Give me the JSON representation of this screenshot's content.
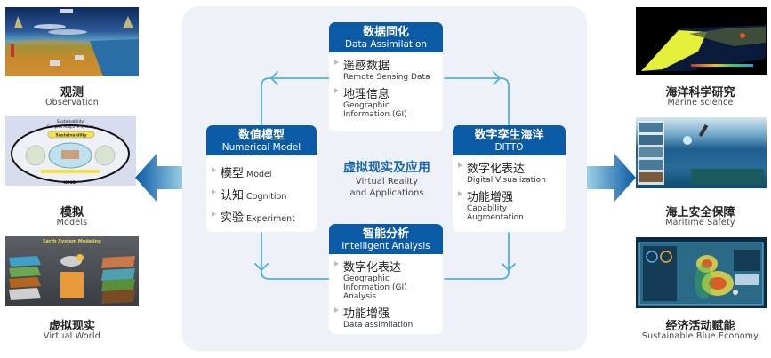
{
  "left": [
    {
      "id": "observation",
      "cn": "观测",
      "en": "Observation"
    },
    {
      "id": "models",
      "cn": "模拟",
      "en": "Models"
    },
    {
      "id": "virtual-world",
      "cn": "虚拟现实",
      "en": "Virtual World"
    }
  ],
  "right": [
    {
      "id": "marine-science",
      "cn": "海洋科学研究",
      "en": "Marine science"
    },
    {
      "id": "maritime-safety",
      "cn": "海上安全保障",
      "en": "Maritime Safety"
    },
    {
      "id": "blue-economy",
      "cn": "经济活动赋能",
      "en": "Sustainable Blue Economy"
    }
  ],
  "thumb_text": {
    "models_title1": "Sustainability",
    "models_title2": "Complex Adaptive System",
    "models_badge": "Sustainability",
    "models_footer": "NECSI",
    "vw_title": "Earth System Modeling"
  },
  "center": {
    "title_cn": "虚拟现实及应用",
    "title_en1": "Virtual Reality",
    "title_en2": "and Applications"
  },
  "boxes": {
    "data_assimilation": {
      "title_cn": "数据同化",
      "title_en": "Data Assimilation",
      "items": [
        {
          "cn": "遥感数据",
          "en": "Remote Sensing Data"
        },
        {
          "cn": "地理信息",
          "en1": "Geographic",
          "en2": "Information (GI)"
        }
      ]
    },
    "numerical_model": {
      "title_cn": "数值模型",
      "title_en": "Numerical Model",
      "items": [
        {
          "cn": "模型",
          "en": "Model"
        },
        {
          "cn": "认知",
          "en": "Cognition"
        },
        {
          "cn": "实验",
          "en": "Experiment"
        }
      ]
    },
    "ditto": {
      "title_cn": "数字孪生海洋",
      "title_en": "DITTO",
      "items": [
        {
          "cn": "数字化表达",
          "en": "Digital Visualization"
        },
        {
          "cn": "功能增强",
          "en1": "Capability",
          "en2": "Augmentation"
        }
      ]
    },
    "intelligent_analysis": {
      "title_cn": "智能分析",
      "title_en": "Intelligent Analysis",
      "items": [
        {
          "cn": "数字化表达",
          "en1": "Geographic",
          "en2": "Information (GI)",
          "en3": "Analysis"
        },
        {
          "cn": "功能增强",
          "en": "Data assimilation"
        }
      ]
    }
  },
  "colors": {
    "header_blue": "#0a5aa6",
    "flow_line": "#4fb0e0",
    "title_blue": "#1a67b0",
    "panel_bg": "#eef2f8"
  }
}
